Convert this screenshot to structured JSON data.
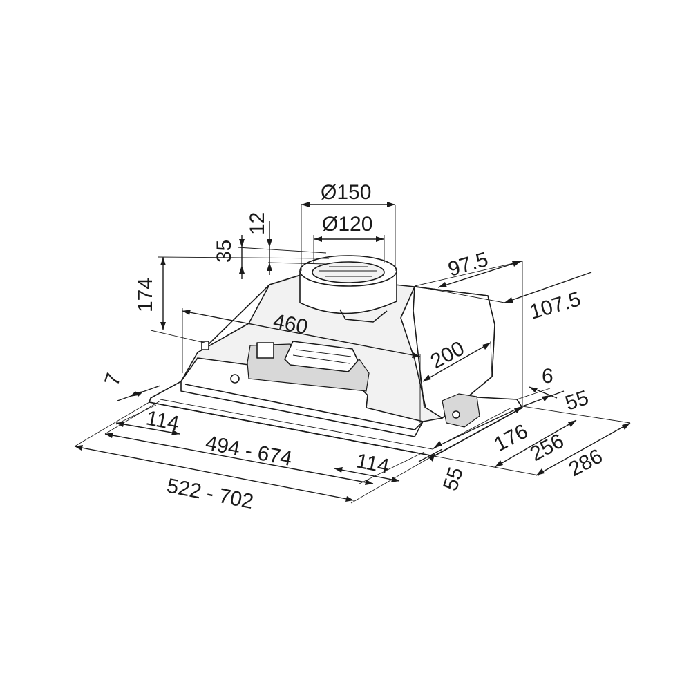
{
  "dimensions": {
    "outlet_outer_diameter": "Ø150",
    "outlet_inner_diameter": "Ø120",
    "collar_height": "12",
    "collar_offset": "35",
    "body_height": "174",
    "body_width": "460",
    "body_depth": "200",
    "outlet_offset_a": "97.5",
    "outlet_offset_b": "107.5",
    "rim_height": "7",
    "rim_thickness": "6",
    "side_offset_left": "114",
    "side_offset_right": "114",
    "inner_width_range": "494 - 674",
    "outer_width_range": "522 - 702",
    "depth_offset_front": "55",
    "depth_offset_back": "55",
    "depth_inner": "176",
    "depth_mid": "256",
    "depth_outer": "286"
  },
  "colors": {
    "line": "#1a1a1a",
    "fill_light": "#f2f2f2",
    "fill_dark": "#d8d8d8",
    "background": "#ffffff"
  }
}
